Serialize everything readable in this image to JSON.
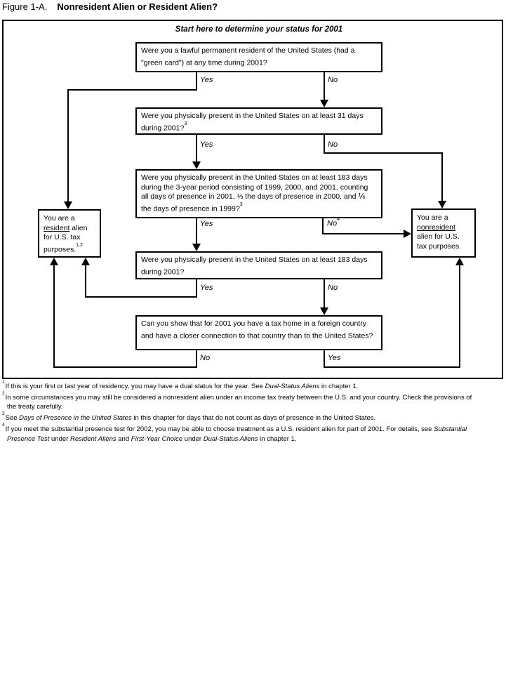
{
  "header": {
    "figure_label": "Figure 1-A.",
    "figure_name": "Nonresident Alien or Resident Alien?"
  },
  "flowchart": {
    "start_instruction": "Start here to determine your status for 2001",
    "labels": {
      "yes": "Yes",
      "no": "No",
      "no4_ref": "4"
    },
    "questions": [
      {
        "text": "Were you a lawful permanent resident of the United States (had a \"green card\") at any time during 2001?",
        "footnote_ref": ""
      },
      {
        "text": "Were you physically present in the United States on at least 31 days during 2001?",
        "footnote_ref": "3"
      },
      {
        "text": "Were you physically present in the United States on at least 183 days during the 3-year period consisting of 1999, 2000, and 2001, counting all days of presence in 2001, ⅓ the days of presence in 2000, and ⅙ the days of presence in 1999?",
        "footnote_ref": "3"
      },
      {
        "text": "Were you physically present in the United States on at least 183 days during 2001?",
        "footnote_ref": ""
      },
      {
        "text": "Can you show that for 2001 you have a tax home in a foreign country and have a closer connection to that country than to the United States?",
        "footnote_ref": ""
      }
    ],
    "results": {
      "resident": {
        "pre": "You are a ",
        "underlined": "resident",
        "post": " alien for U.S. tax purposes.",
        "footnote_ref": "1,2"
      },
      "nonresident": {
        "pre": "You are a ",
        "underlined": "nonresident",
        "post": " alien for U.S. tax purposes.",
        "footnote_ref": ""
      }
    }
  },
  "footnotes": [
    {
      "marker": "1",
      "lines": [
        [
          "If this is your first or last year of residency, you may have a dual status for the year. See ",
          "Dual-Status Aliens",
          " in chapter 1."
        ]
      ]
    },
    {
      "marker": "2",
      "lines": [
        [
          "In some circumstances you may still be considered a nonresident alien under an income tax treaty between the U.S. and your country. Check the provisions of"
        ],
        [
          "the treaty carefully."
        ]
      ]
    },
    {
      "marker": "3",
      "lines": [
        [
          "See ",
          "Days of Presence in the United States",
          " in this chapter for days that do not count as days of presence in the United States."
        ]
      ]
    },
    {
      "marker": "4",
      "lines": [
        [
          "If you meet the substantial presence test for 2002, you may be able to choose treatment as a U.S. resident alien for part of 2001. For details, see ",
          "Substantial"
        ],
        [
          "Presence Test",
          " under ",
          "Resident Aliens",
          " and ",
          "First-Year Choice",
          " under ",
          "Dual-Status Aliens",
          " in chapter 1."
        ]
      ]
    }
  ]
}
